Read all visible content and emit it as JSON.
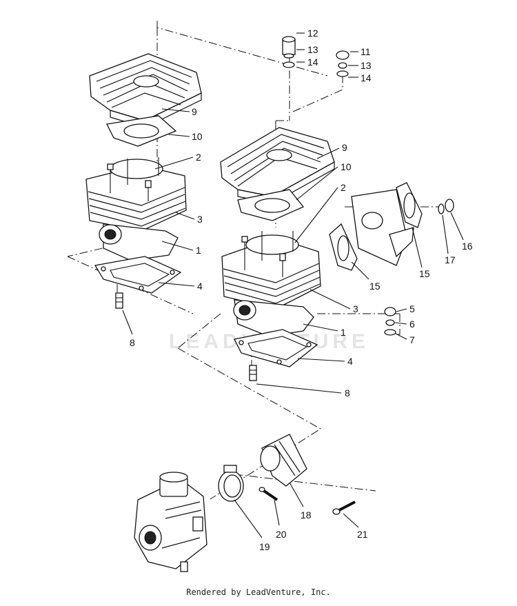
{
  "watermark": "LEADVENTURE",
  "footer": "Rendered by LeadVenture, Inc.",
  "callouts": {
    "c1a": "1",
    "c1b": "1",
    "c2a": "2",
    "c2b": "2",
    "c3a": "3",
    "c3b": "3",
    "c4a": "4",
    "c4b": "4",
    "c5": "5",
    "c6": "6",
    "c7": "7",
    "c8a": "8",
    "c8b": "8",
    "c9a": "9",
    "c9b": "9",
    "c10a": "10",
    "c10b": "10",
    "c11": "11",
    "c12": "12",
    "c13a": "13",
    "c13b": "13",
    "c14a": "14",
    "c14b": "14",
    "c15a": "15",
    "c15b": "15",
    "c16": "16",
    "c17": "17",
    "c18": "18",
    "c19": "19",
    "c20": "20",
    "c21": "21"
  }
}
